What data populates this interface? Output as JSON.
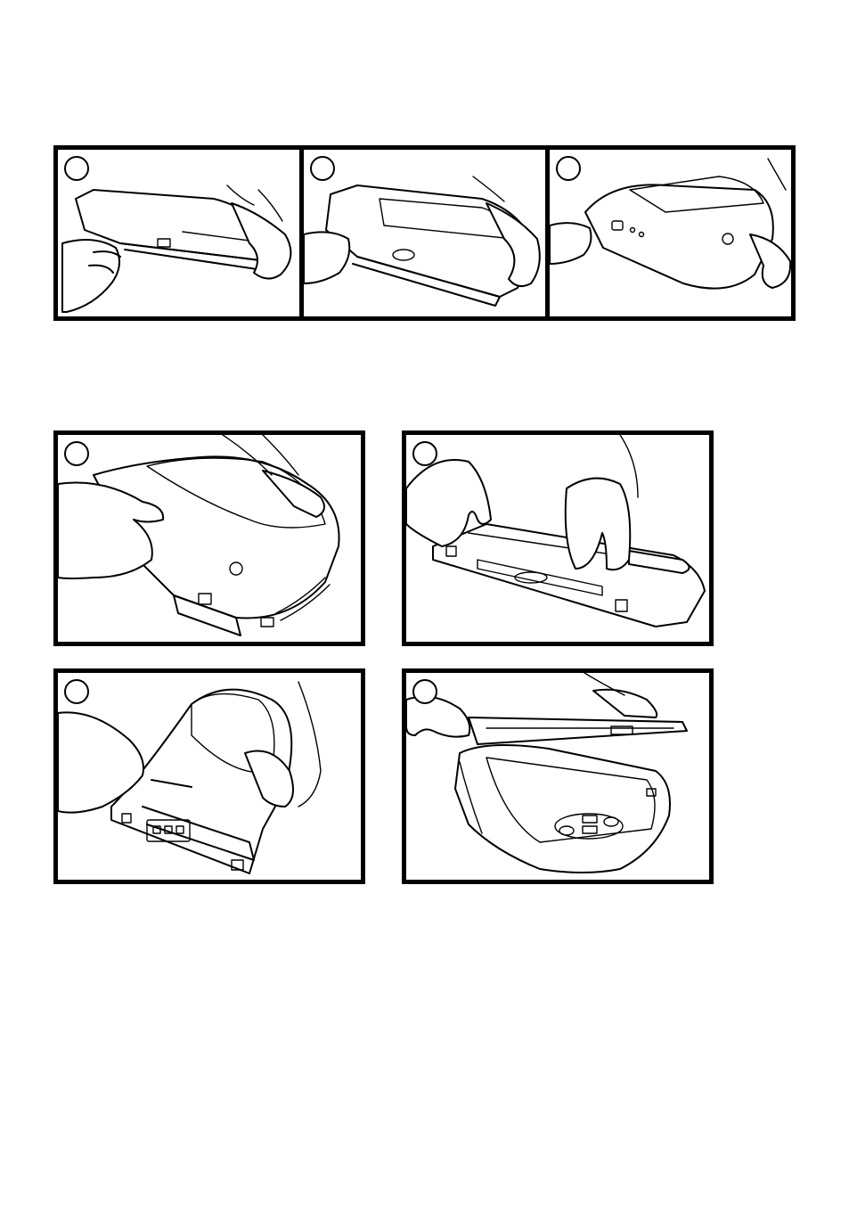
{
  "figures": {
    "top_strip": {
      "panels": [
        {
          "step": "",
          "illustration": "hands-lift-screen-panel"
        },
        {
          "step": "",
          "illustration": "hands-pull-screen-forward"
        },
        {
          "step": "",
          "illustration": "hands-tilt-screen-side"
        }
      ]
    },
    "grid": {
      "panels": [
        {
          "step": "",
          "illustration": "hands-press-lid"
        },
        {
          "step": "",
          "illustration": "hands-slide-clips"
        },
        {
          "step": "",
          "illustration": "hands-insert-tool"
        },
        {
          "step": "",
          "illustration": "hands-open-lid"
        }
      ]
    }
  }
}
